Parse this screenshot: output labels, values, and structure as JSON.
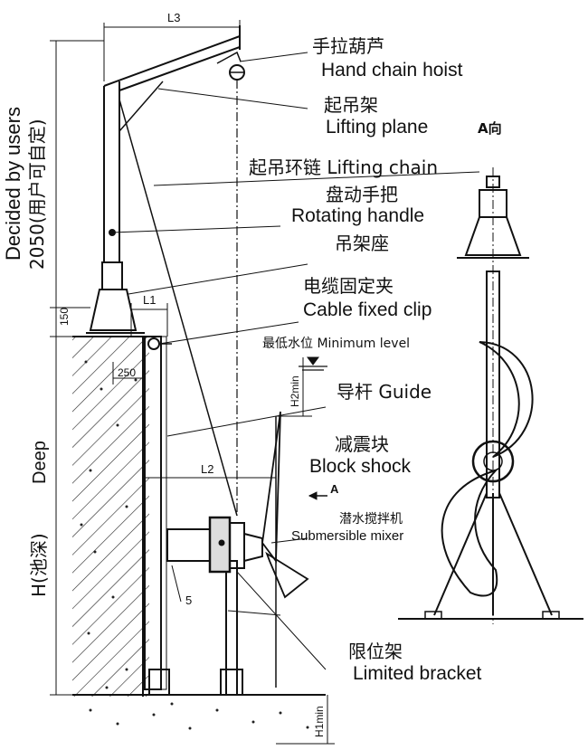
{
  "labels": {
    "hoist_cn": "手拉葫芦",
    "hoist_en": "Hand chain hoist",
    "plane_cn": "起吊架",
    "plane_en": "Lifting plane",
    "view_a": "A向",
    "chain": "起吊环链 Lifting chain",
    "handle_cn": "盘动手把",
    "handle_en": "Rotating handle",
    "seat_cn": "吊架座",
    "clip_cn": "电缆固定夹",
    "clip_en": "Cable fixed clip",
    "min_level": "最低水位 Minimum level",
    "guide": "导杆 Guide",
    "shock_cn": "减震块",
    "shock_en": "Block shock",
    "arrow_a": "A",
    "mixer_cn": "潜水搅拌机",
    "mixer_en": "Submersible mixer",
    "bracket_cn": "限位架",
    "bracket_en": "Limited bracket"
  },
  "dimensions": {
    "l3": "L3",
    "l1": "L1",
    "l2": "L2",
    "d150": "150",
    "d250": "250",
    "d5": "5",
    "h2min": "H2min",
    "h1min": "H1min",
    "decided": "Decided by users",
    "height_2050": "2050(用户可自定)",
    "deep": "Deep",
    "h_depth": "H(池深)"
  }
}
